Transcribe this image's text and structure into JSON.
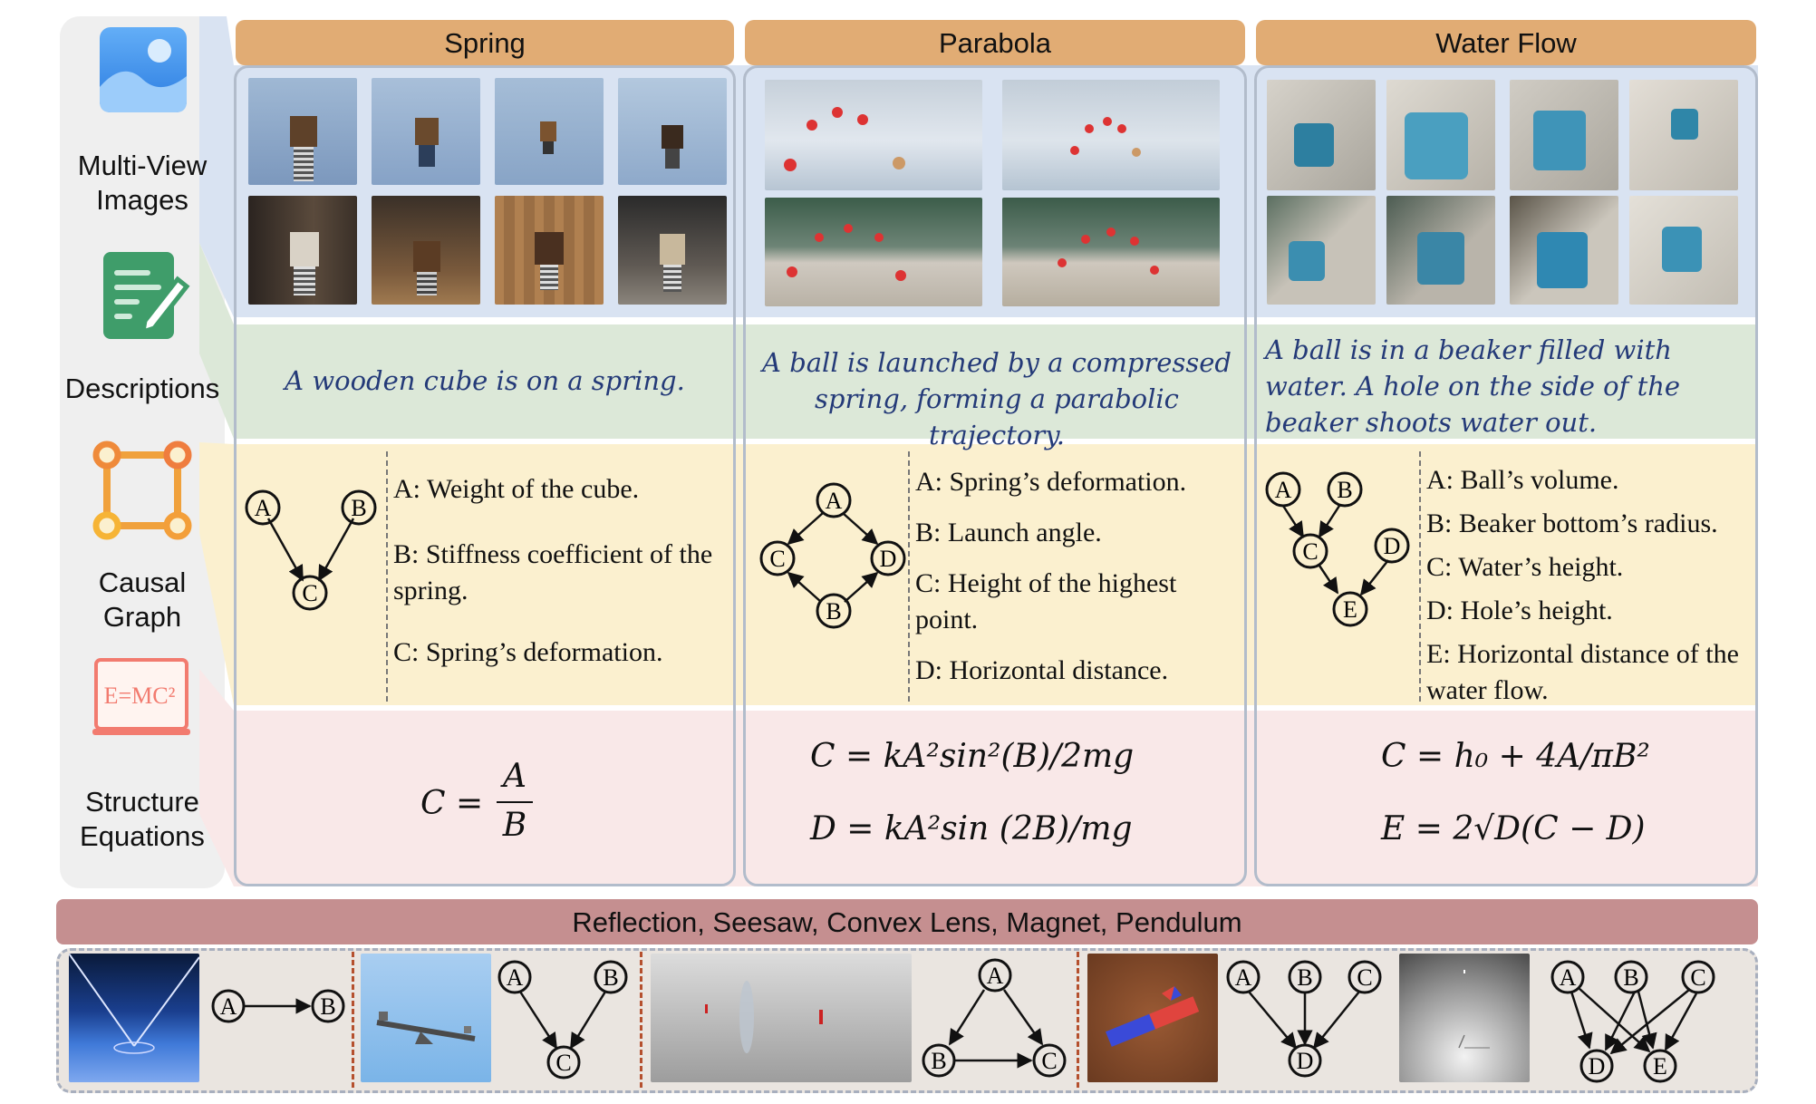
{
  "legend": [
    {
      "label": "Multi-View\nImages",
      "icon": "image-icon"
    },
    {
      "label": "Descriptions",
      "icon": "document-edit-icon"
    },
    {
      "label": "Causal\nGraph",
      "icon": "graph-square-icon"
    },
    {
      "label": "Structure\nEquations",
      "icon": "equation-board-icon"
    }
  ],
  "icon_text": "E=MC²",
  "columns": [
    {
      "title": "Spring",
      "description": "A wooden cube is on a spring.",
      "nodes": [
        "A",
        "B",
        "C"
      ],
      "variables": [
        "A: Weight of the cube.",
        "B: Stiffness coefficient of the spring.",
        "C: Spring’s deformation."
      ],
      "equations": [
        "C =",
        "A",
        "B"
      ]
    },
    {
      "title": "Parabola",
      "description": "A ball is launched by a compressed spring, forming a parabolic trajectory.",
      "nodes": [
        "A",
        "B",
        "C",
        "D"
      ],
      "variables": [
        "A: Spring’s deformation.",
        "B: Launch angle.",
        "C: Height of the highest point.",
        "D: Horizontal distance."
      ],
      "equations": [
        "C = kA²sin²(B)/2mg",
        "D = kA²sin (2B)/mg"
      ]
    },
    {
      "title": "Water Flow",
      "description": "A ball is in a beaker filled with water. A hole on the side of the beaker shoots water out.",
      "nodes": [
        "A",
        "B",
        "C",
        "D",
        "E"
      ],
      "variables": [
        "A: Ball’s volume.",
        "B: Beaker bottom’s radius.",
        "C: Water’s height.",
        "D: Hole’s height.",
        "E: Horizontal distance of the water flow."
      ],
      "equations": [
        "C = h₀ + 4A/πB²",
        "E = 2√D(C − D)"
      ]
    }
  ],
  "bottom": {
    "title": "Reflection, Seesaw, Convex Lens, Magnet, Pendulum",
    "nodes": [
      "A",
      "B",
      "C",
      "D",
      "E"
    ]
  },
  "colors": {
    "header": "#e1ac74",
    "images_band": "#d9e3f2",
    "desc_band": "#dce8d8",
    "graph_band": "#fbf0cf",
    "eq_band": "#f9e8e8",
    "bottom_bar": "#c58f90",
    "desc_text": "#243a78"
  }
}
